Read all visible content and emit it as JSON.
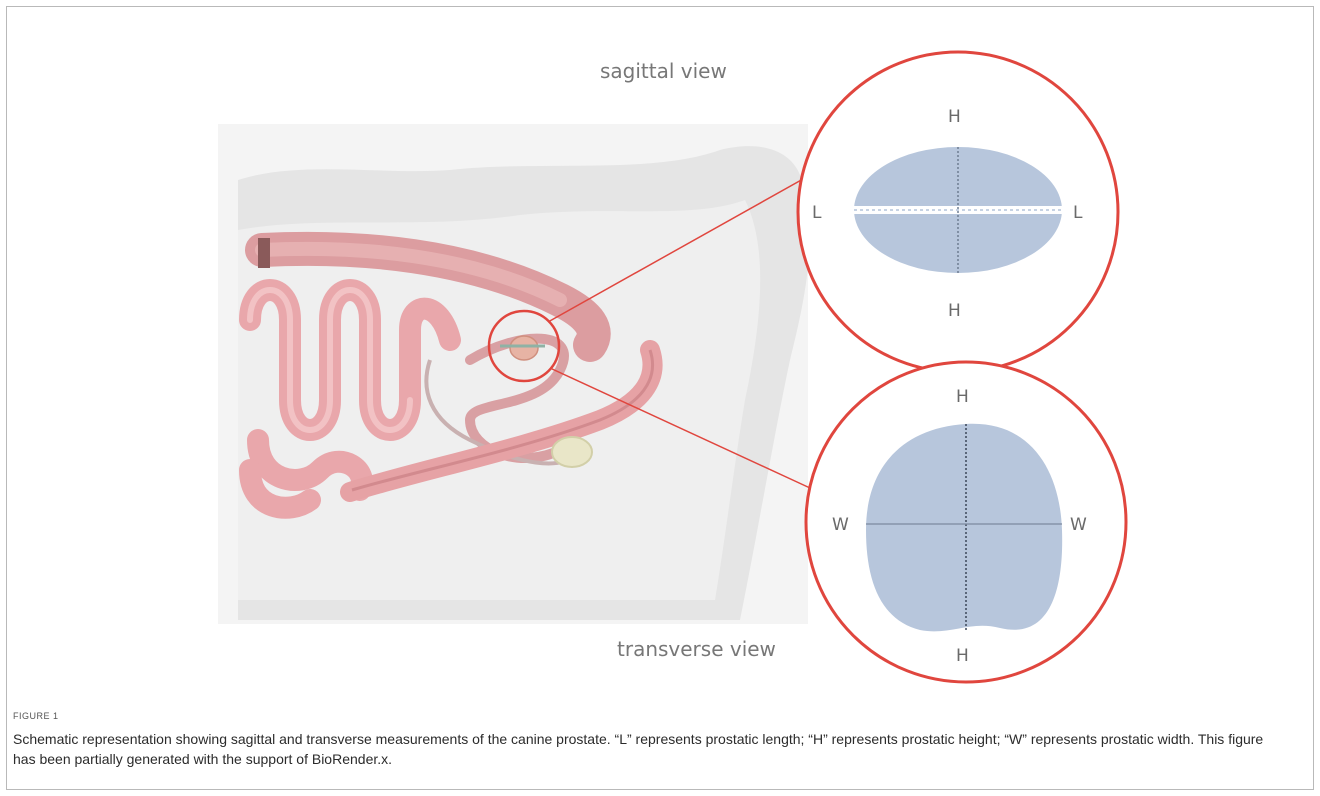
{
  "figure": {
    "label": "FIGURE 1",
    "caption": "Schematic representation showing sagittal and transverse measurements of the canine prostate. “L” represents prostatic length; “H” represents prostatic height; “W” represents prostatic width. This figure has been partially generated with the support of BioRender.x."
  },
  "views": {
    "sagittal": {
      "title": "sagittal view",
      "top": "H",
      "bottom": "H",
      "left": "L",
      "right": "L"
    },
    "transverse": {
      "title": "transverse view",
      "top": "H",
      "bottom": "H",
      "left": "W",
      "right": "W"
    }
  },
  "colors": {
    "highlight": "#e0463e",
    "prostate": "#b7c6dc",
    "intestine": "#e9a7ab",
    "silhouette": "#e7e7e7"
  }
}
